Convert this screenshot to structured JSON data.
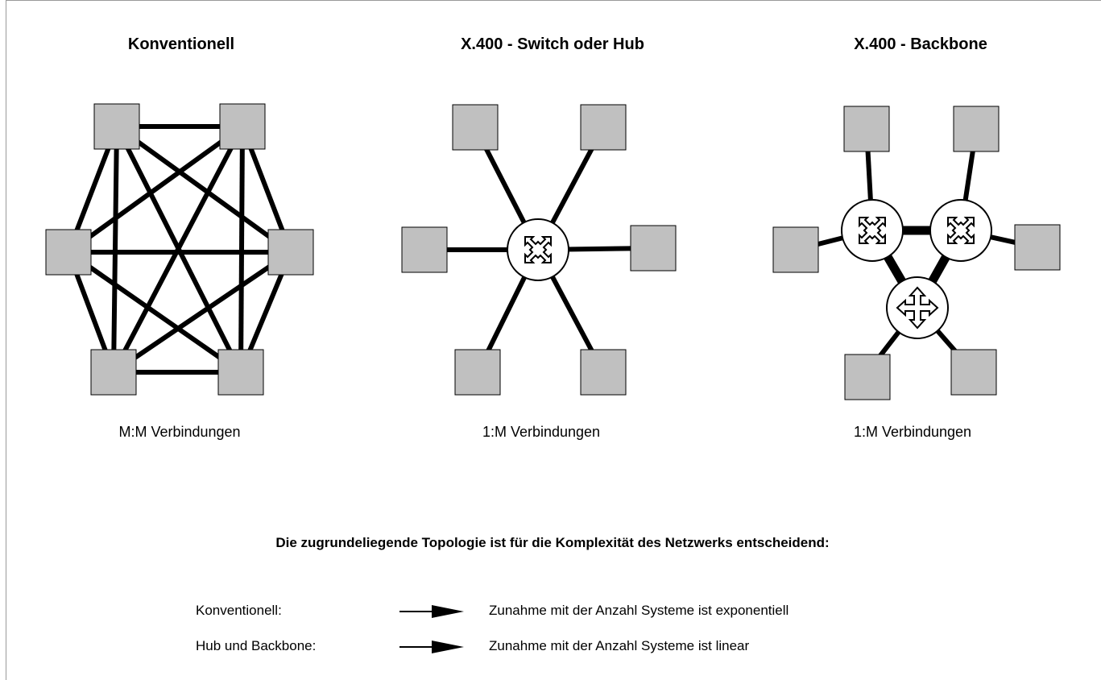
{
  "sections": [
    {
      "title": "Konventionell",
      "caption": "M:M Verbindungen"
    },
    {
      "title": "X.400 - Switch oder Hub",
      "caption": "1:M Verbindungen"
    },
    {
      "title": "X.400 - Backbone",
      "caption": "1:M Verbindungen"
    }
  ],
  "summary": "Die zugrundeliegende Topologie ist für die Komplexität des Netzwerks entscheidend:",
  "rows": [
    {
      "label": "Konventionell:",
      "text": "Zunahme mit der Anzahl Systeme ist exponentiell"
    },
    {
      "label": "Hub und Backbone:",
      "text": "Zunahme mit der Anzahl Systeme ist linear"
    }
  ],
  "colors": {
    "node_fill": "#c0c0c0",
    "line": "#000000",
    "background": "#ffffff"
  },
  "icons": [
    "switch-x-arrows-icon",
    "backbone-cross-arrows-icon",
    "right-arrow-icon"
  ]
}
